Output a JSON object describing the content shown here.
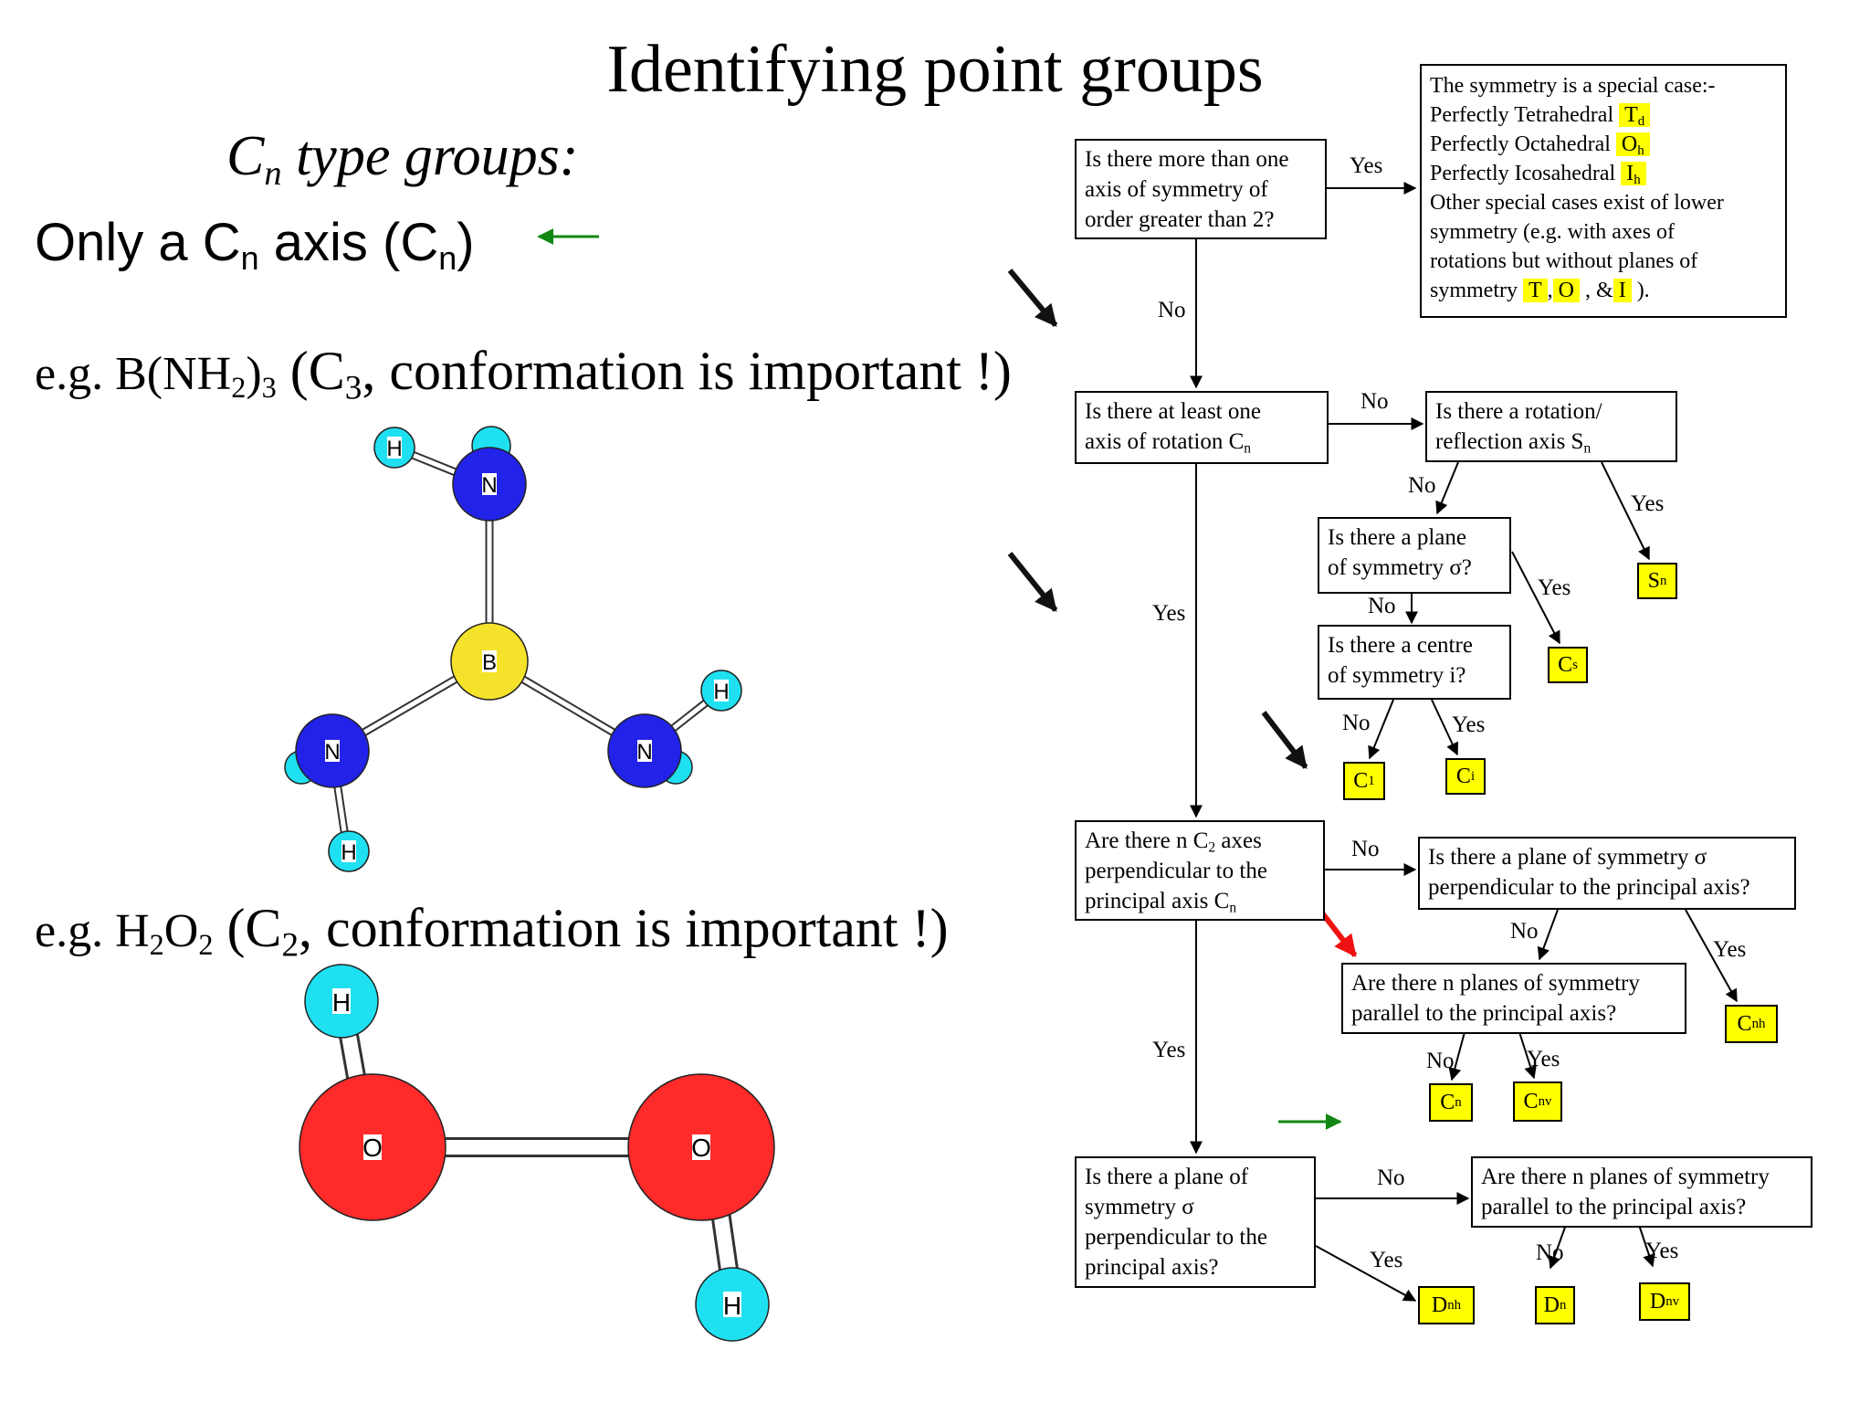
{
  "title": "Identifying point groups",
  "left": {
    "heading_letter": "C",
    "heading_sub": "n",
    "heading_rest": " type groups:",
    "only": {
      "a": "Only a C",
      "b": "n",
      "c": " axis (C",
      "d": "n",
      "e": ")"
    },
    "eg1": {
      "a": "e.g. B(NH",
      "b": "2",
      "c": ")",
      "d": "3",
      "e": " (C",
      "f": "3",
      "g": ", conformation is important !)"
    },
    "eg2": {
      "a": "e.g. H",
      "b": "2",
      "c": "O",
      "d": "2",
      "e": " (C",
      "f": "2",
      "g": ", conformation is important !)"
    }
  },
  "molecules": {
    "bnh2": {
      "B": "B",
      "N": "N",
      "H": "H"
    },
    "h2o2": {
      "O": "O",
      "H": "H"
    }
  },
  "flow": {
    "q1": [
      "Is there more than one",
      "axis  of symmetry of",
      "order greater than 2?"
    ],
    "special": {
      "intro": "The symmetry is a special case:-",
      "l1": "Perfectly Tetrahedral",
      "td": "T",
      "td_sub": "d",
      "l2": "Perfectly Octahedral",
      "oh": "O",
      "oh_sub": "h",
      "l3": "Perfectly Icosahedral",
      "ih": "I",
      "ih_sub": "h",
      "l4": "Other special cases exist of lower",
      "l5": "symmetry (e.g. with axes of",
      "l6": "rotations but without planes of",
      "l7": "symmetry",
      "t": "T",
      "comma": ",",
      "o": "O",
      "amp": ", &",
      "i": "I",
      "end": ")."
    },
    "q2": {
      "l1": "Is there at least one",
      "l2": "axis of rotation C",
      "sub": "n"
    },
    "q3": {
      "l1": "Is there a rotation/",
      "l2": "reflection axis S",
      "sub": "n"
    },
    "q4": [
      "Is there a plane",
      "of symmetry σ?"
    ],
    "q5": [
      "Is there a centre",
      "of symmetry i?"
    ],
    "q6": {
      "l1a": "Are there n C",
      "l1sub": "2",
      "l1b": " axes",
      "l2": "perpendicular to the",
      "l3": "principal axis C",
      "l3sub": "n"
    },
    "q7": [
      "Is there a plane of symmetry σ",
      "perpendicular to the principal axis?"
    ],
    "q8": [
      "Are there n planes of symmetry",
      "parallel to the principal axis?"
    ],
    "q9": [
      "Is there a plane of",
      "symmetry σ",
      "perpendicular to the",
      "principal axis?"
    ],
    "q10": [
      "Are there n planes of symmetry",
      "parallel to the principal axis?"
    ],
    "results": {
      "sn": {
        "m": "S",
        "s": "n"
      },
      "cs": {
        "m": "C",
        "s": "s"
      },
      "c1": {
        "m": "C",
        "s": "1"
      },
      "ci": {
        "m": "C",
        "s": "i"
      },
      "cnh": {
        "m": "C",
        "s": "nh"
      },
      "cn": {
        "m": "C",
        "s": "n"
      },
      "cnv": {
        "m": "C",
        "s": "nv"
      },
      "dnh": {
        "m": "D",
        "s": "nh"
      },
      "dn": {
        "m": "D",
        "s": "n"
      },
      "dnv": {
        "m": "D",
        "s": "nv"
      }
    },
    "labels": {
      "yes": "Yes",
      "no": "No"
    }
  },
  "colors": {
    "boron": "#f5e22a",
    "nitrogen": "#2222e8",
    "hydrogen": "#1ee0f0",
    "oxygen": "#ff2a2a",
    "highlight": "#ffff00",
    "green_arrow": "#118811",
    "red_arrow": "#ee1111"
  }
}
